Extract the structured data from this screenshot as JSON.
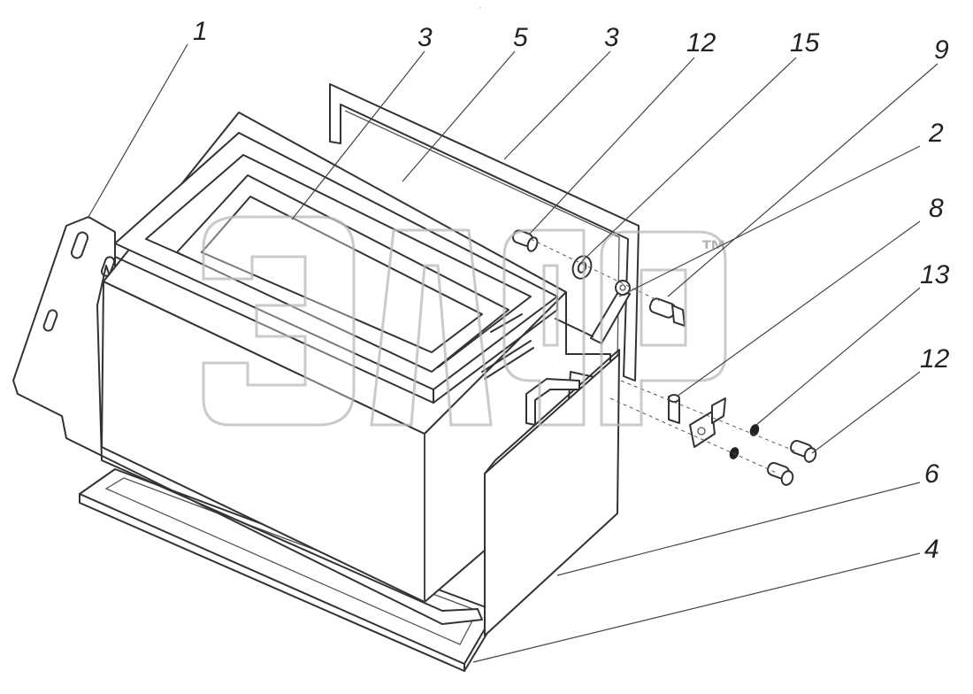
{
  "drawing": {
    "header_mark": "·° ·",
    "watermark_trademark": "™",
    "watermark_text": "элдр",
    "callouts": [
      {
        "id": "c1",
        "label": "1"
      },
      {
        "id": "c3a",
        "label": "3"
      },
      {
        "id": "c5",
        "label": "5"
      },
      {
        "id": "c3b",
        "label": "3"
      },
      {
        "id": "c12a",
        "label": "12"
      },
      {
        "id": "c15",
        "label": "15"
      },
      {
        "id": "c9",
        "label": "9"
      },
      {
        "id": "c2",
        "label": "2"
      },
      {
        "id": "c8",
        "label": "8"
      },
      {
        "id": "c13",
        "label": "13"
      },
      {
        "id": "c12b",
        "label": "12"
      },
      {
        "id": "c6",
        "label": "6"
      },
      {
        "id": "c4",
        "label": "4"
      }
    ]
  }
}
